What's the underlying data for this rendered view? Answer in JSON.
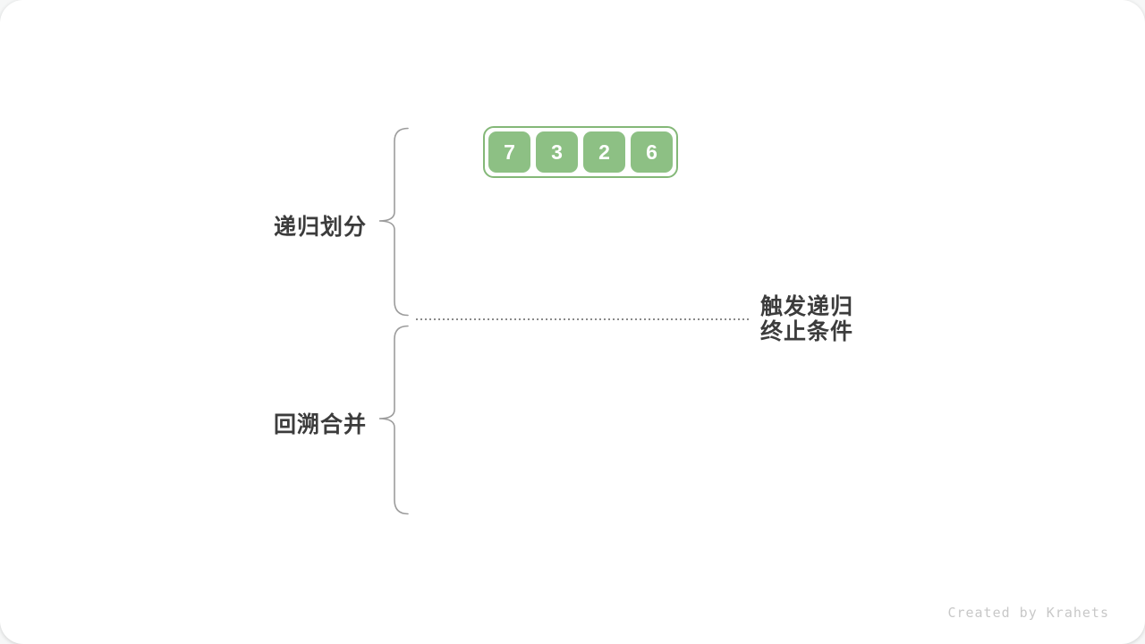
{
  "array": {
    "values": [
      "7",
      "3",
      "2",
      "6"
    ]
  },
  "labels": {
    "divide": "递归划分",
    "merge": "回溯合并",
    "termination_line1": "触发递归",
    "termination_line2": "终止条件"
  },
  "footer": {
    "credit": "Created by Krahets"
  },
  "colors": {
    "element_fill": "#8DC084",
    "element_border": "#84B878",
    "text_dark": "#3C3C3C",
    "brace": "#9C9C9C",
    "dotted_line": "#8A8A8A",
    "credit": "#C8C8C8"
  }
}
